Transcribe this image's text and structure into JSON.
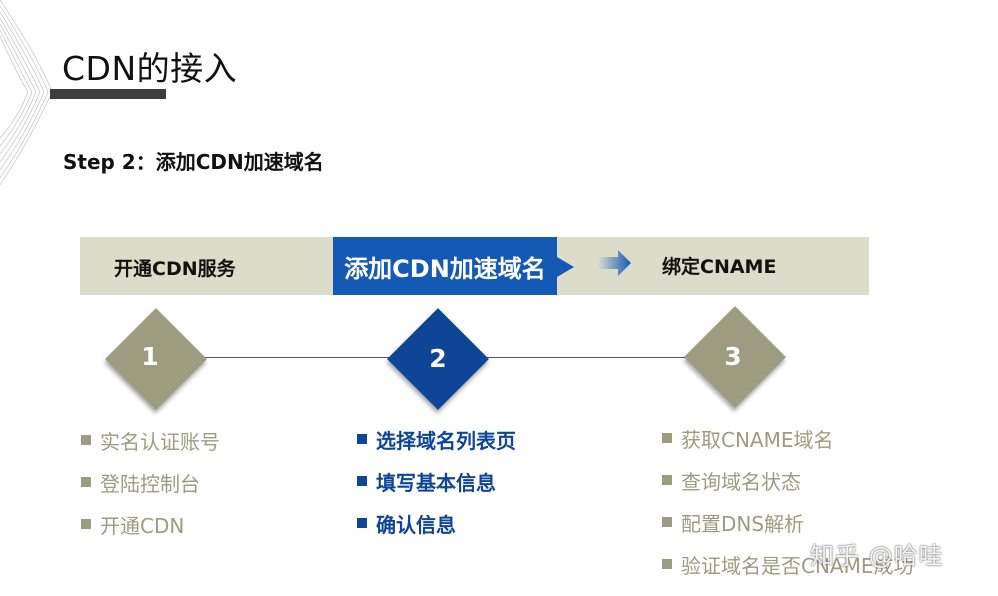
{
  "slide": {
    "title": "CDN的接入",
    "step_title": "Step 2：添加CDN加速域名"
  },
  "process": {
    "tabs": [
      {
        "label": "开通CDN服务",
        "active": false
      },
      {
        "label": "添加CDN加速域名",
        "active": true
      },
      {
        "label": "绑定CNAME",
        "active": false
      }
    ],
    "steps": [
      {
        "number": "1",
        "color": "#9d9b80",
        "items": [
          "实名认证账号",
          "登陆控制台",
          "开通CDN"
        ]
      },
      {
        "number": "2",
        "color": "#0e4596",
        "items": [
          "选择域名列表页",
          "填写基本信息",
          "确认信息"
        ]
      },
      {
        "number": "3",
        "color": "#9d9b80",
        "items": [
          "获取CNAME域名",
          "查询域名状态",
          "配置DNS解析",
          "验证域名是否CNAME成功"
        ]
      }
    ]
  },
  "colors": {
    "accent_blue": "#1459b3",
    "dark_blue": "#0e4596",
    "olive": "#9d9b80",
    "band": "#dcdccb"
  },
  "watermark": "知乎 @哈哇"
}
